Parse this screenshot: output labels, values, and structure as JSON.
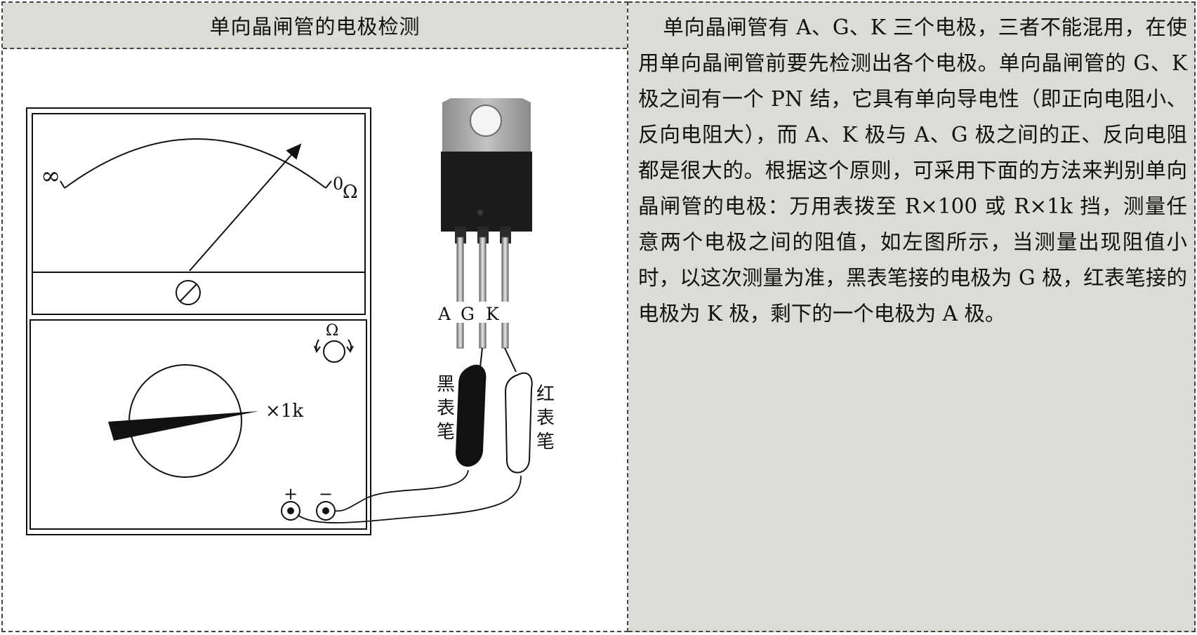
{
  "header": {
    "title": "单向晶闸管的电极检测"
  },
  "description": "单向晶闸管有 A、G、K 三个电极，三者不能混用，在使用单向晶闸管前要先检测出各个电极。单向晶闸管的 G、K 极之间有一个 PN 结，它具有单向导电性（即正向电阻小、反向电阻大），而 A、K 极与 A、G 极之间的正、反向电阻都是很大的。根据这个原则，可采用下面的方法来判别单向晶闸管的电极：万用表拨至 R×100 或 R×1k 挡，测量任意两个电极之间的阻值，如左图所示，当测量出现阻值小时，以这次测量为准，黑表笔接的电极为 G 极，红表笔接的电极为 K 极，剩下的一个电极为 A 极。",
  "meter": {
    "scale_left": "∞",
    "scale_right": "0",
    "scale_unit": "Ω",
    "ohm_knob_label": "Ω",
    "range_label": "×1k",
    "plus_label": "+",
    "minus_label": "−"
  },
  "thyristor": {
    "pins": [
      "A",
      "G",
      "K"
    ]
  },
  "probes": {
    "black": [
      "黑",
      "表",
      "笔"
    ],
    "red": [
      "红",
      "表",
      "笔"
    ]
  },
  "colors": {
    "panel_gray": "#dcdbd6",
    "tab_metal": "#a9a9a9",
    "body_black": "#1c1c1c"
  }
}
